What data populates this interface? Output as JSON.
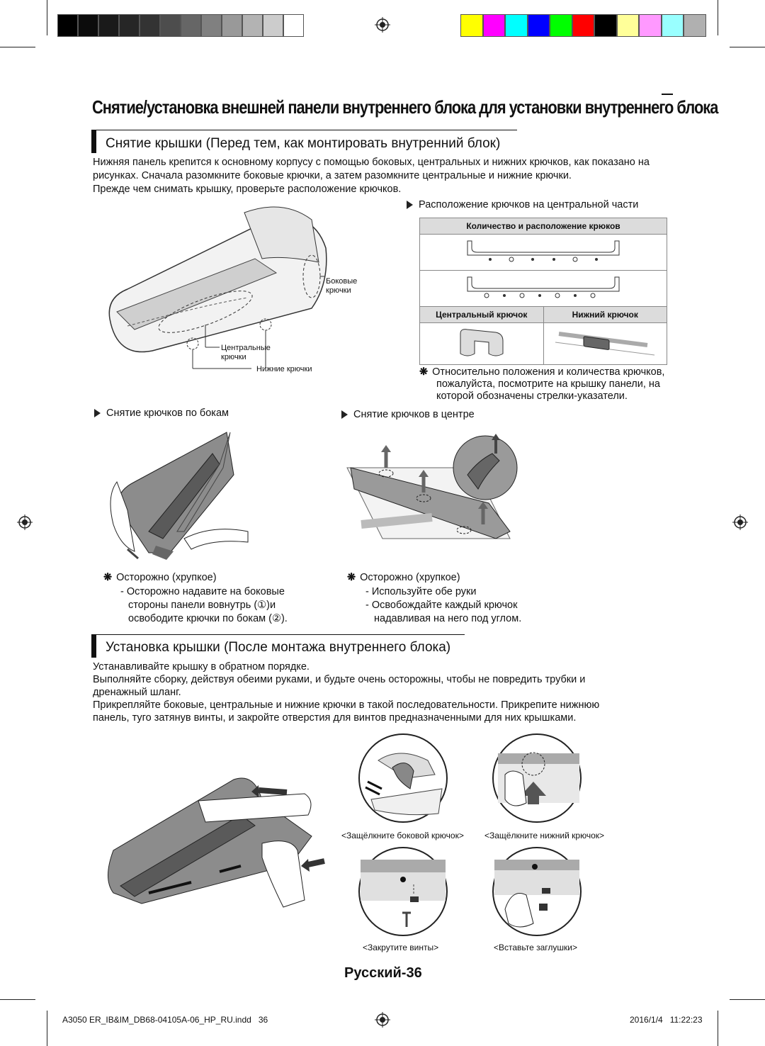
{
  "colors": {
    "grayscale": [
      "#000000",
      "#0c0c0c",
      "#1a1a1a",
      "#262626",
      "#333333",
      "#4d4d4d",
      "#666666",
      "#808080",
      "#999999",
      "#b3b3b3",
      "#cccccc",
      "#ffffff"
    ],
    "process": [
      "#ffff00",
      "#ff00ff",
      "#00ffff",
      "#0000ff",
      "#00ff00",
      "#ff0000",
      "#000000",
      "#ffff99",
      "#ff99ff",
      "#99ffff",
      "#b0b0b0"
    ]
  },
  "page": {
    "main_title": "Снятие/установка внешней панели внутреннего блока для установки внутреннего блока",
    "section1": {
      "heading": "Снятие крышки (Перед тем, как монтировать внутренний блок)",
      "para": [
        "Нижняя панель крепится к основному корпусу с помощью боковых, центральных и нижних крючков, как показано на",
        "рисунках. Сначала разомкните боковые крючки, а затем разомкните центральные и нижние крючки.",
        "Прежде чем снимать крышку, проверьте расположение крючков."
      ],
      "fig_labels": {
        "side_hooks_1": "Боковые",
        "side_hooks_2": "крючки",
        "center_hooks_1": "Центральные",
        "center_hooks_2": "крючки",
        "bottom_hooks": "Нижние крючки"
      },
      "hooks_location_title": "Расположение крючков на центральной части",
      "table": {
        "header": "Количество и расположение крюков",
        "col_center": "Центральный крючок",
        "col_bottom": "Нижний крючок"
      },
      "note": [
        "Относительно положения и количества крючков,",
        "пожалуйста, посмотрите на крышку панели, на",
        "которой обозначены стрелки-указатели."
      ],
      "side_removal_title": "Снятие крючков по бокам",
      "center_removal_title": "Снятие крючков в центре",
      "caution_left": {
        "title": "Осторожно (хрупкое)",
        "line1": "- Осторожно надавите на боковые",
        "line2": "стороны панели вовнутрь (①)и",
        "line3": "освободите крючки по бокам (②)."
      },
      "caution_right": {
        "title": "Осторожно (хрупкое)",
        "line1": "- Используйте обе руки",
        "line2": "- Освобождайте каждый крючок",
        "line3": "надавливая на него под углом."
      }
    },
    "section2": {
      "heading": "Установка крышки (После монтажа внутреннего блока)",
      "para": [
        "Устанавливайте крышку в обратном порядке.",
        "Выполняйте сборку, действуя обеими руками, и будьте очень осторожны, чтобы не повредить трубки и",
        "дренажный шланг.",
        "Прикрепляйте боковые, центральные и нижние крючки в такой последовательности. Прикрепите нижнюю",
        "панель, туго затянув винты, и закройте отверстия для винтов предназначенными для них крышками."
      ],
      "captions": {
        "side_hook": "<Защёлкните боковой крючок>",
        "bottom_hook": "<Защёлкните нижний крючок>",
        "screws": "<Закрутите винты>",
        "caps": "<Вставьте заглушки>"
      }
    },
    "page_number": "Русский-36",
    "footer_file": "A3050 ER_IB&IM_DB68-04105A-06_HP_RU.indd   36",
    "footer_date": "2016/1/4   11:22:23"
  }
}
